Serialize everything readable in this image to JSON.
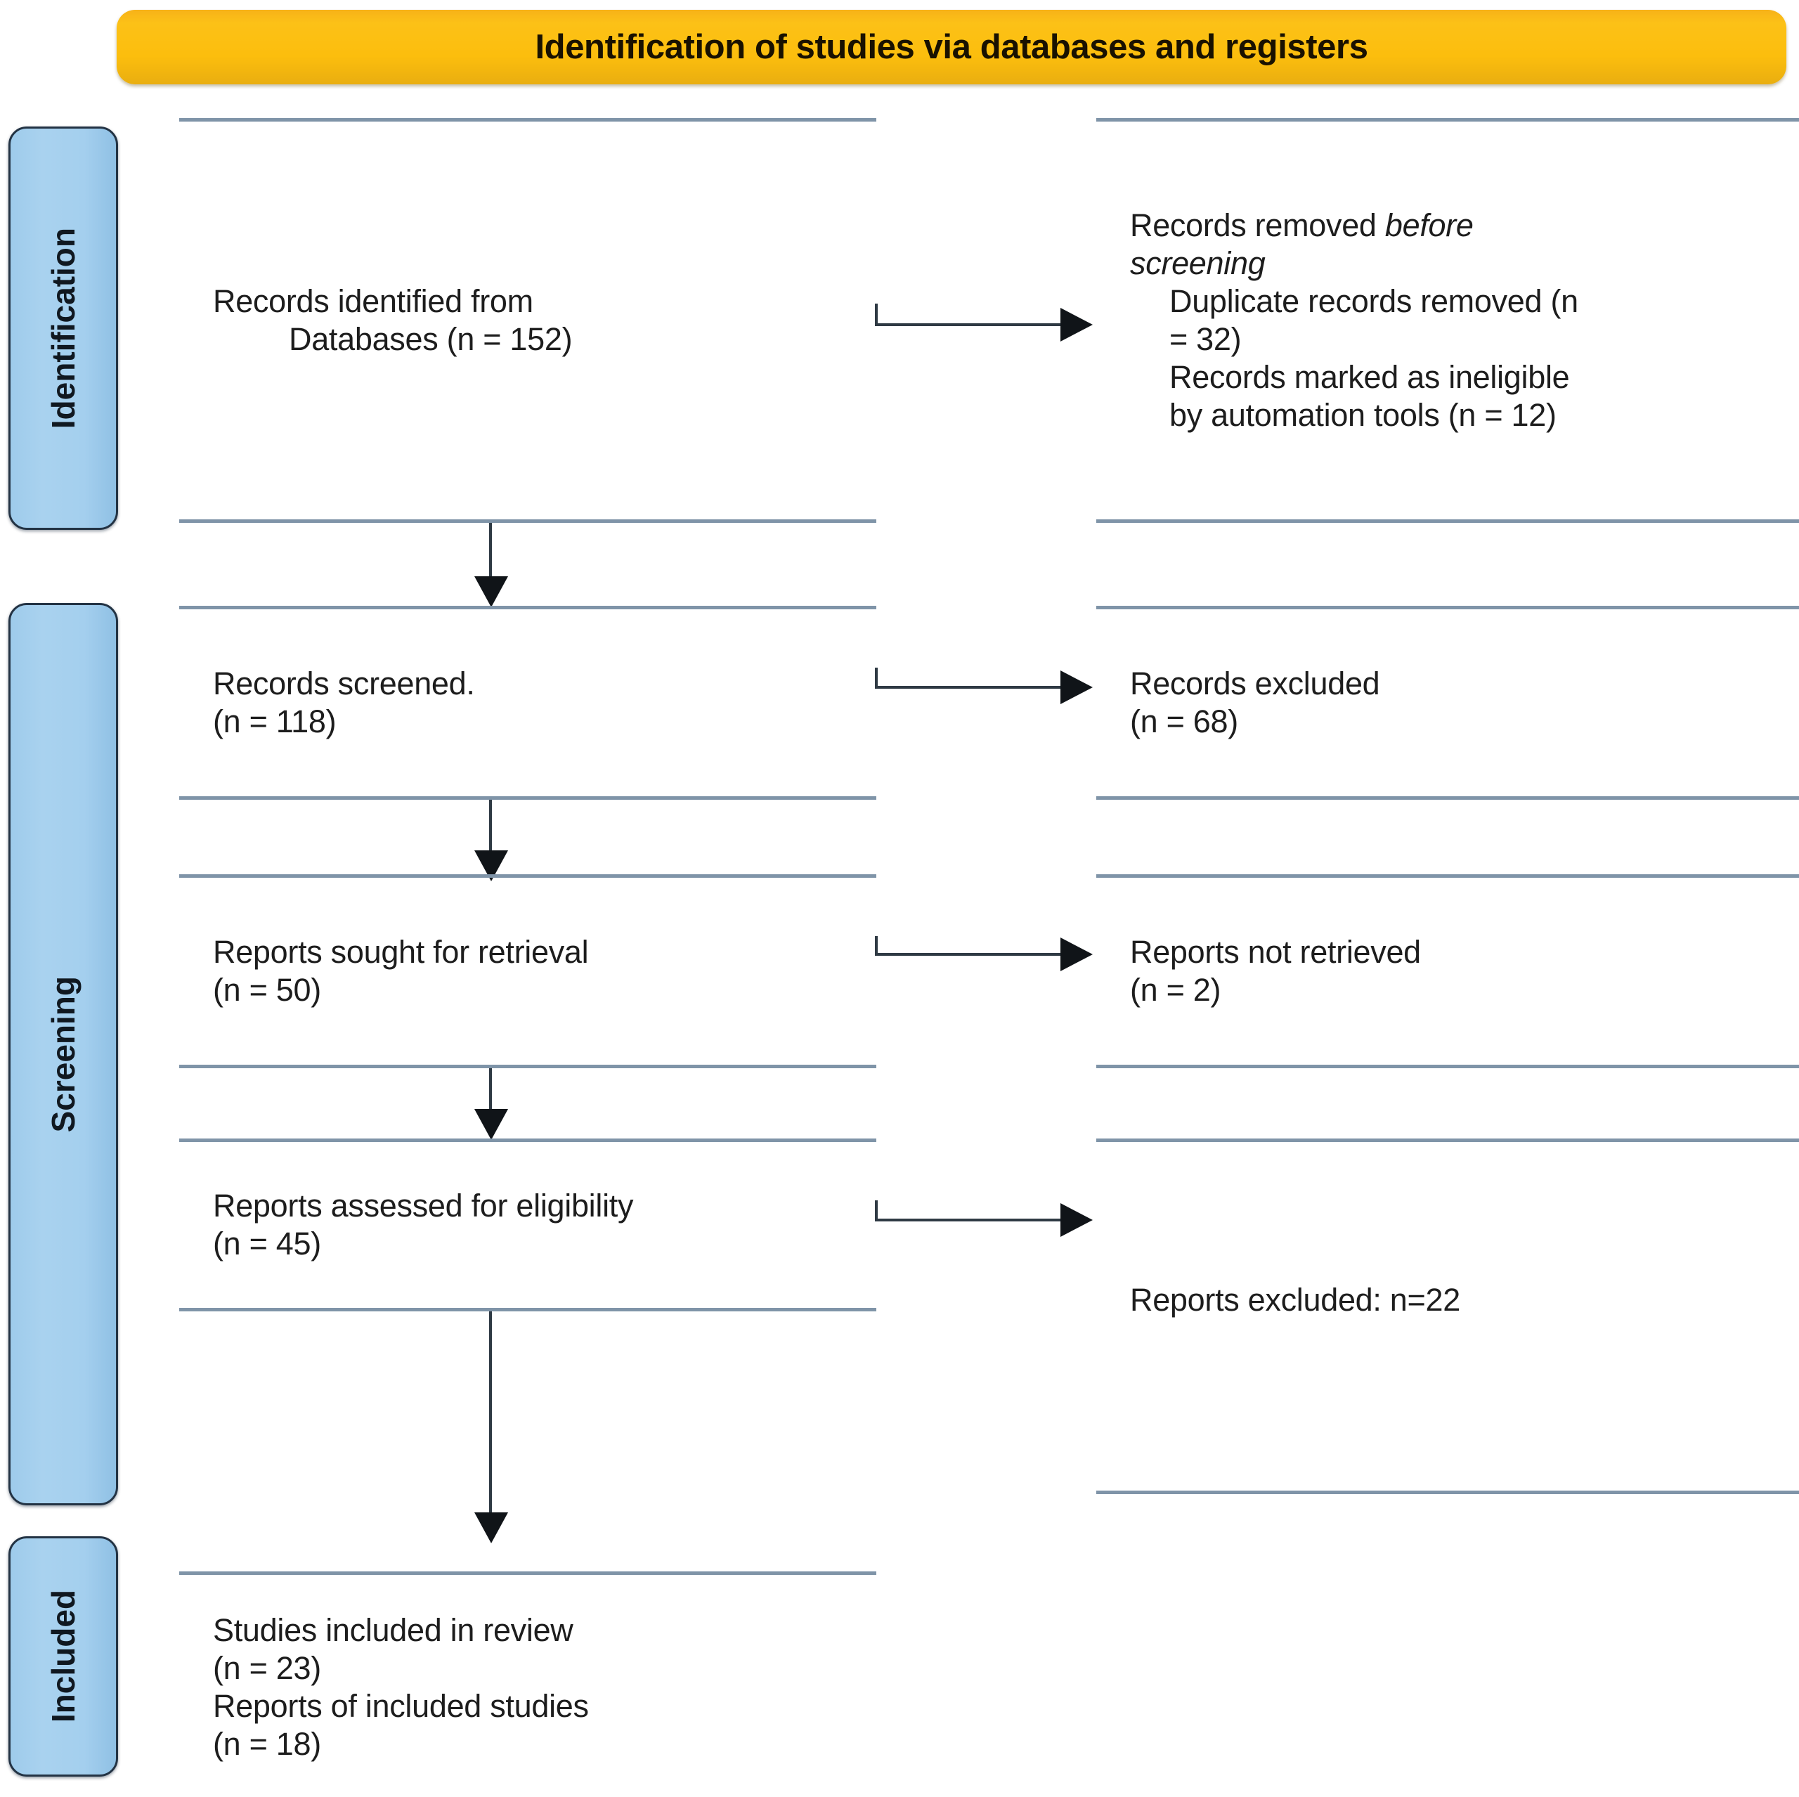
{
  "diagram": {
    "type": "prisma-flow-diagram",
    "banner_title": "Identification of studies via databases and registers",
    "banner_color": "#fcbe0d",
    "rail_color": "#a4cfee",
    "rule_color": "#7f94a8",
    "arrow_color": "#101418"
  },
  "stages": [
    {
      "id": "identification",
      "label": "Identification"
    },
    {
      "id": "screening",
      "label": "Screening"
    },
    {
      "id": "included",
      "label": "Included"
    }
  ],
  "boxes": {
    "identified": {
      "line1": "Records identified from",
      "line2": "Databases (n = 152)"
    },
    "removed": {
      "line1a": "Records removed ",
      "line1b": "before",
      "line2": "screening",
      "line3": "Duplicate records removed (n",
      "line4": "= 32)",
      "line5": "Records marked as ineligible",
      "line6": "by automation tools (n = 12)"
    },
    "screened": {
      "line1": "Records screened.",
      "line2": "(n = 118)"
    },
    "excluded": {
      "line1": "Records excluded",
      "line2": "(n = 68)"
    },
    "sought": {
      "line1": "Reports sought for retrieval",
      "line2": "(n = 50)"
    },
    "notretrieved": {
      "line1": "Reports not retrieved",
      "line2": "(n = 2)"
    },
    "assessed": {
      "line1": "Reports assessed for eligibility",
      "line2": "(n = 45)"
    },
    "reports_excluded": {
      "line1": "Reports excluded: n=22"
    },
    "included": {
      "line1": "Studies included in review",
      "line2": "(n = 23)",
      "line3": "Reports of included studies",
      "line4": "(n = 18)"
    }
  },
  "chart_data": {
    "type": "diagram",
    "title": "Identification of studies via databases and registers",
    "nodes": [
      {
        "stage": "Identification",
        "label": "Records identified from Databases",
        "n": 152
      },
      {
        "stage": "Identification",
        "label": "Duplicate records removed",
        "n": 32
      },
      {
        "stage": "Identification",
        "label": "Records marked as ineligible by automation tools",
        "n": 12
      },
      {
        "stage": "Screening",
        "label": "Records screened",
        "n": 118
      },
      {
        "stage": "Screening",
        "label": "Records excluded",
        "n": 68
      },
      {
        "stage": "Screening",
        "label": "Reports sought for retrieval",
        "n": 50
      },
      {
        "stage": "Screening",
        "label": "Reports not retrieved",
        "n": 2
      },
      {
        "stage": "Screening",
        "label": "Reports assessed for eligibility",
        "n": 45
      },
      {
        "stage": "Screening",
        "label": "Reports excluded",
        "n": 22
      },
      {
        "stage": "Included",
        "label": "Studies included in review",
        "n": 23
      },
      {
        "stage": "Included",
        "label": "Reports of included studies",
        "n": 18
      }
    ]
  }
}
